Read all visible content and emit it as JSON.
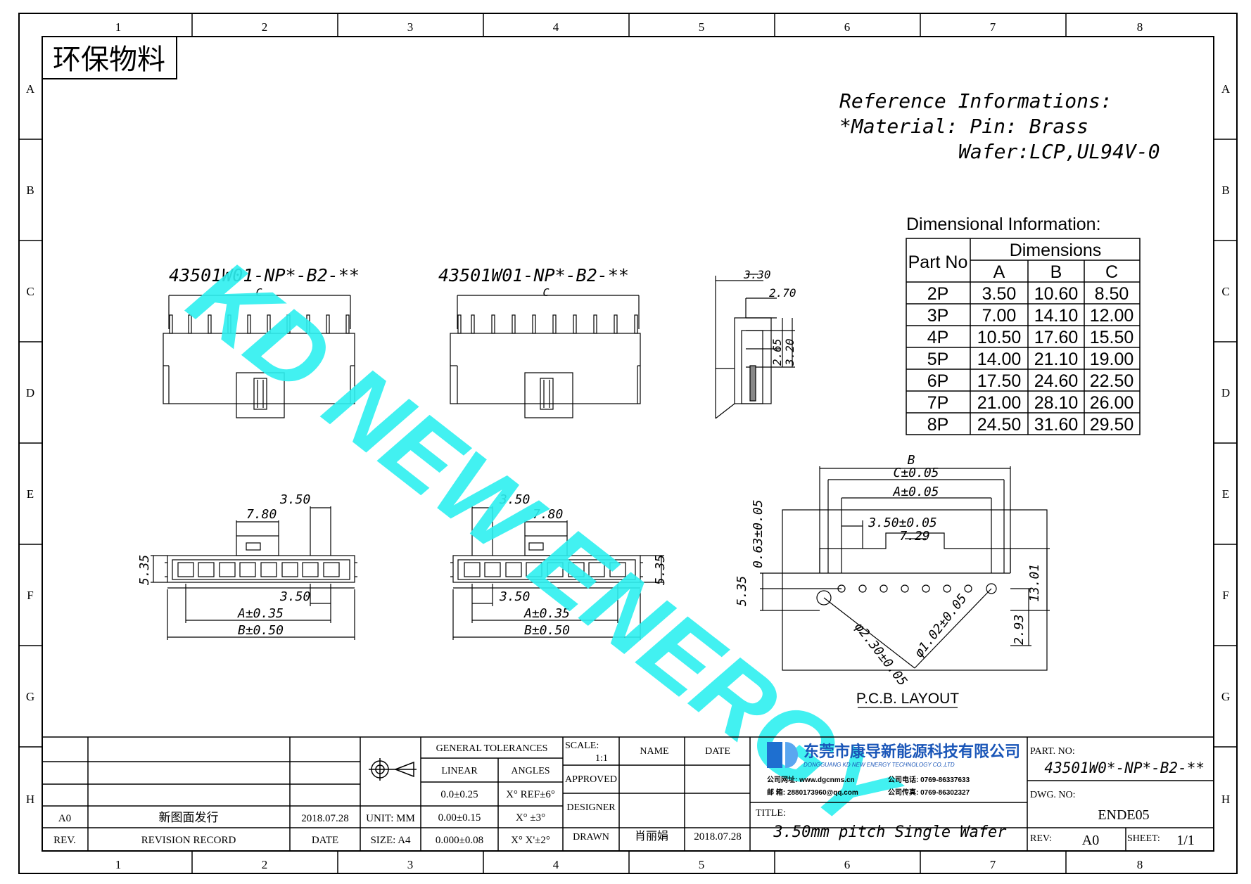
{
  "zone_columns": [
    "1",
    "2",
    "3",
    "4",
    "5",
    "6",
    "7",
    "8"
  ],
  "zone_rows": [
    "A",
    "B",
    "C",
    "D",
    "E",
    "F",
    "G",
    "H"
  ],
  "eco_stamp": "环保物料",
  "watermark": "KD NEW ENERGY",
  "reference": {
    "title": "Reference Informations:",
    "material": "*Material: Pin: Brass",
    "wafer": "Wafer:LCP,UL94V-0"
  },
  "dimensional": {
    "title": "Dimensional Information:",
    "part_header": "Part No",
    "dims_header": "Dimensions",
    "columns": [
      "A",
      "B",
      "C"
    ],
    "rows": [
      {
        "part": "2P",
        "a": "3.50",
        "b": "10.60",
        "c": "8.50"
      },
      {
        "part": "3P",
        "a": "7.00",
        "b": "14.10",
        "c": "12.00"
      },
      {
        "part": "4P",
        "a": "10.50",
        "b": "17.60",
        "c": "15.50"
      },
      {
        "part": "5P",
        "a": "14.00",
        "b": "21.10",
        "c": "19.00"
      },
      {
        "part": "6P",
        "a": "17.50",
        "b": "24.60",
        "c": "22.50"
      },
      {
        "part": "7P",
        "a": "21.00",
        "b": "28.10",
        "c": "26.00"
      },
      {
        "part": "8P",
        "a": "24.50",
        "b": "31.60",
        "c": "29.50"
      }
    ]
  },
  "view_left": {
    "part_label": "43501W01-NP*-B2-**",
    "dim_c": "C",
    "dim_pitch": "3.50",
    "dim_780": "7.80",
    "dim_535": "5.35",
    "dim_pitch2": "3.50",
    "dim_a": "A±0.35",
    "dim_b": "B±0.50"
  },
  "view_right": {
    "part_label": "43501W01-NP*-B2-**",
    "dim_c": "C",
    "dim_pitch": "3.50",
    "dim_780": "7.80",
    "dim_535": "5.35",
    "dim_pitch2": "3.50",
    "dim_a": "A±0.35",
    "dim_b": "B±0.50"
  },
  "side_view": {
    "d1": "3.30",
    "d2": "2.70",
    "d3": "2.65",
    "d4": "3.20"
  },
  "pcb_layout": {
    "title": "P.C.B. LAYOUT",
    "dim_b": "B",
    "dim_c": "C±0.05",
    "dim_a": "A±0.05",
    "dim_pitch": "3.50±0.05",
    "dim_729": "7.29",
    "dim_063": "0.63±0.05",
    "dim_535": "5.35",
    "dim_1301": "13.01",
    "dim_293": "2.93",
    "dim_hole_big": "φ2.30±0.05",
    "dim_hole_small": "φ1.02±0.05"
  },
  "title_block": {
    "revisions": [
      {
        "rev": "A0",
        "record": "新图面发行",
        "date": "2018.07.28"
      }
    ],
    "rev_header": "REV.",
    "record_header": "REVISION RECORD",
    "date_header": "DATE",
    "unit": "UNIT: MM",
    "size": "SIZE: A4",
    "general_tolerances": "GENERAL TOLERANCES",
    "linear": "LINEAR",
    "angles": "ANGLES",
    "tol_rows": [
      {
        "linear": "0.0±0.25",
        "angle": "X° REF±6°"
      },
      {
        "linear": "0.00±0.15",
        "angle": "X° ±3°"
      },
      {
        "linear": "0.000±0.08",
        "angle": "X° X'±2°"
      }
    ],
    "scale_label": "SCALE:",
    "scale_value": "1:1",
    "name_header": "NAME",
    "date_col_header": "DATE",
    "approved": "APPROVED",
    "designer": "DESIGNER",
    "drawn": "DRAWN",
    "drawn_name": "肖丽娟",
    "drawn_date": "2018.07.28",
    "company_cn": "东莞市康导新能源科技有限公司",
    "company_en": "DONGGUANG KD NEW ENERGY TECHNOLOGY CO.,LTD",
    "company_web": "公司网址: www.dgcnms.cn",
    "company_tel": "公司电话: 0769-86337633",
    "company_mail": "邮    箱: 2880173960@qq.com",
    "company_fax": "公司传真: 0769-86302327",
    "title_label": "TITLE:",
    "title_value": "3.50mm pitch Single Wafer",
    "part_no_label": "PART. NO:",
    "part_no_value": "43501W0*-NP*-B2-**",
    "dwg_no_label": "DWG. NO:",
    "dwg_no_value": "ENDE05",
    "rev_label": "REV:",
    "rev_value": "A0",
    "sheet_label": "SHEET:",
    "sheet_value": "1/1"
  }
}
